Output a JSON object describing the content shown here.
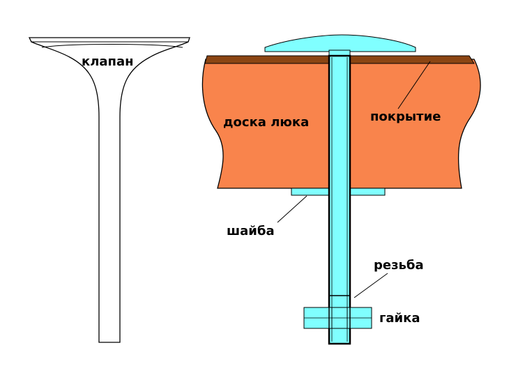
{
  "labels": {
    "valve": "клапан",
    "hatch_board": "доска люка",
    "coating": "покрытие",
    "washer": "шайба",
    "thread": "резьба",
    "nut": "гайка"
  },
  "colors": {
    "board": "#F9844C",
    "coating": "#8B4513",
    "metal": "#80FFFF",
    "outline": "#000000",
    "background": "#FFFFFF"
  }
}
